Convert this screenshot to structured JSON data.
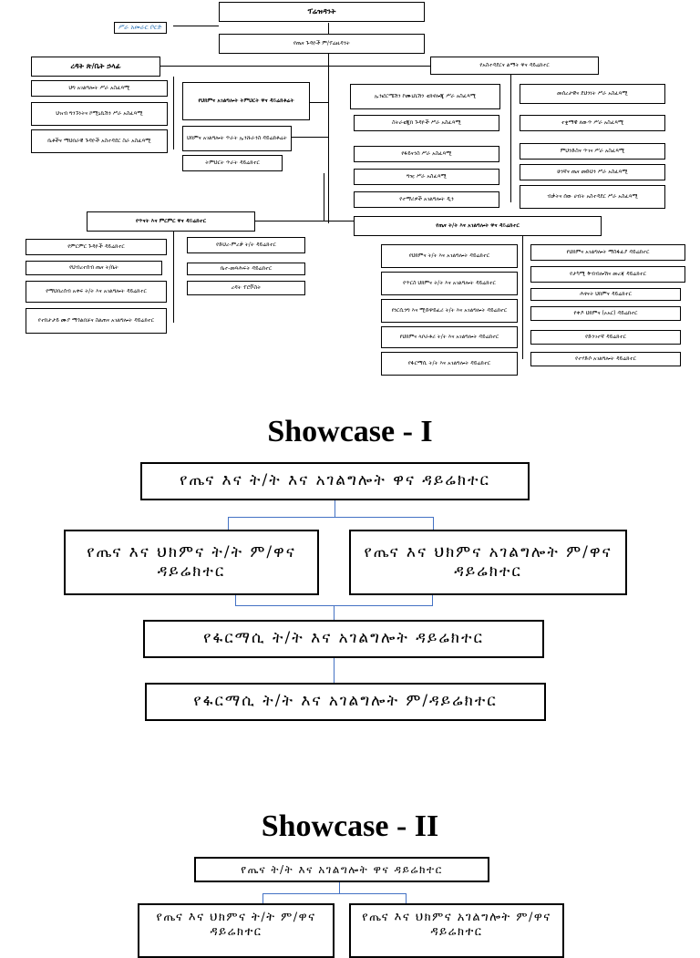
{
  "org": {
    "top_title": "ፕሬዝዳንት",
    "board": "ሥራ አመራር ቦርድ",
    "vp": "የጤና ጉዳዮች ም/ፕሬዚዳንት",
    "left_main": "ረዳት ጽ/ቤት ኃላፊ",
    "left_items": [
      "ህግ አገልግሎት ሥራ አስፈጻሚ",
      "ህዝብ ግንኙነትና ኮሚኒኬሽን ሥራ አስፈጻሚ",
      "ቤቶችና ማህበራዊ ጉዳዮች አስተዳደር ስራ አስፈጻሚ"
    ],
    "edu_main": "የህክምና አገልግሎት ትምህርት ዋና ዳይሬክቶሬት",
    "edu_items": [
      "ህክምና አገልግሎት ጥራት ኢንሹራንስ ዳይሬክቶሬት",
      "ትምህርት ጥራት ዳይሬክተር"
    ],
    "right_main": "የአስተዳደርና ልማት ዋና ዳይሬክተር",
    "right_left_items": [
      "ኢንፎርሜሽን ኮሙኒኬሽን ቴክኖሎጂ ሥራ አስፈጻሚ",
      "ስትራቴጂክ ጉዳዮች ሥራ አስፈጻሚ",
      "የፋይናንስ ሥራ አስፈጻሚ",
      "ግዢ ሥራ አስፈጻሚ",
      "የተማሪዎች አገልግሎት ዲን"
    ],
    "right_right_items": [
      "መሰረታዊና ደህንነት ሥራ አስፈጻሚ",
      "ተቋማዊ ለውጥ ሥራ አስፈጻሚ",
      "ምህንድስና ጥገና ሥራ አስፈጻሚ",
      "ሁነኛና ጤና መድህን ሥራ አስፈጻሚ",
      "ብቃትና ሰው ሀብት አስተዳደር ሥራ አስፈጻሚ"
    ],
    "research_main": "የጥናት እና ምርምር ዋና ዳይሬክተር",
    "research_left": [
      "የምርምር ጉዳዮች ዳይሬክተር",
      "የህብረተሰብ ጤና ት/ቤት",
      "የማህበረሰብ አቀፍ ት/ት እና አገልግሎት ዳይሬክተር",
      "የተከታታይ ሙያ ማጎልበቻና ስልጠና አገልግሎት ዳይሬክተር"
    ],
    "research_right": [
      "የድህረ-ምረቃ ት/ት ዳይሬክተር",
      "ቤተ-መጻሕፍት ዳይሬክተር",
      "ረዳት ፕሮቮስት"
    ],
    "health_main": "የጤና ት/ት እና አገልግሎት ዋና ዳይሬክተር",
    "health_left": [
      "የህክምና ት/ት እና አገልግሎት ዳይሬክተር",
      "የጥርስ ህክምና ት/ት እና አገልግሎት ዳይሬክተር",
      "የነርሲንግ እና ሚድዋይፈሪ ት/ት እና አገልግሎት ዳይሬክተር",
      "የህክምና ላቦራቶሪ ት/ት እና አገልግሎት ዳይሬክተር",
      "የፋርማሲ ት/ት እና አገልግሎት ዳይሬክተር"
    ],
    "health_right": [
      "የህክምና አገልግሎት ማስፋፊያ ዳይሬክተር",
      "የታካሚ ቅብብሎሽና መረጃ ዳይሬክተር",
      "ሕፃናት ህክምና ዳይሬክተር",
      "የቀዶ ህክምና (ኦአር) ዳይሬክተር",
      "የድንገተኛ ዳይሬክተር",
      "የተሃድሶ አገልግሎት ዳይሬክተር"
    ]
  },
  "showcase1": {
    "heading": "Showcase - I",
    "top": "የጤና እና ት/ት እና አገልግሎት ዋና ዳይሬክተር",
    "left": "የጤና እና ህክምና ት/ት ም/ዋና ዳይሬክተር",
    "right": "የጤና እና ህክምና አገልግሎት ም/ዋና ዳይሬክተር",
    "mid": "የፋርማሲ ት/ት እና አገልግሎት ዳይሬክተር",
    "bottom": "የፋርማሲ ት/ት እና አገልግሎት ም/ዳይሬክተር"
  },
  "showcase2": {
    "heading": "Showcase - II",
    "top": "የጤና ት/ት እና አገልግሎት ዋና ዳይሬክተር",
    "left": "የጤና እና ህክምና ት/ት ም/ዋና ዳይሬክተር",
    "right": "የጤና እና ህክምና አገልግሎት ም/ዋና ዳይሬክተር"
  },
  "colors": {
    "connector_blue": "#4472c4",
    "board_text": "#2e75b6"
  }
}
